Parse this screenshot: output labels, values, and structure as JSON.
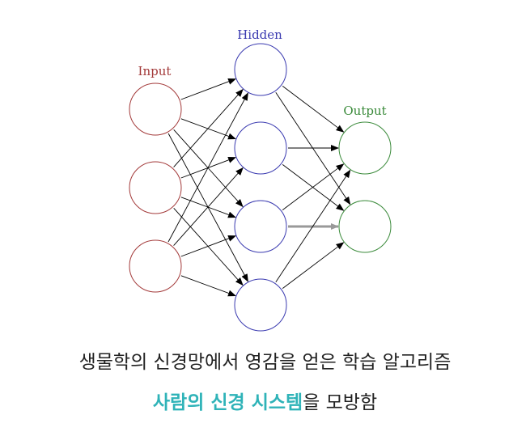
{
  "diagram": {
    "layers": [
      {
        "id": "input",
        "label": "Input",
        "color": "#a33a3a",
        "nodes": 3
      },
      {
        "id": "hidden",
        "label": "Hidden",
        "color": "#3a3ab0",
        "nodes": 4
      },
      {
        "id": "output",
        "label": "Output",
        "color": "#3a8a3a",
        "nodes": 2
      }
    ],
    "edge_color": "#000000",
    "highlight_edge": {
      "from": "hidden-2",
      "to": "output-1",
      "color": "#999999"
    }
  },
  "caption": {
    "line1": "생물학의 신경망에서 영감을 얻은 학습 알고리즘",
    "line2_highlight": "사람의 신경 시스템",
    "line2_rest": "을 모방함",
    "highlight_color": "#2fb3b8"
  }
}
